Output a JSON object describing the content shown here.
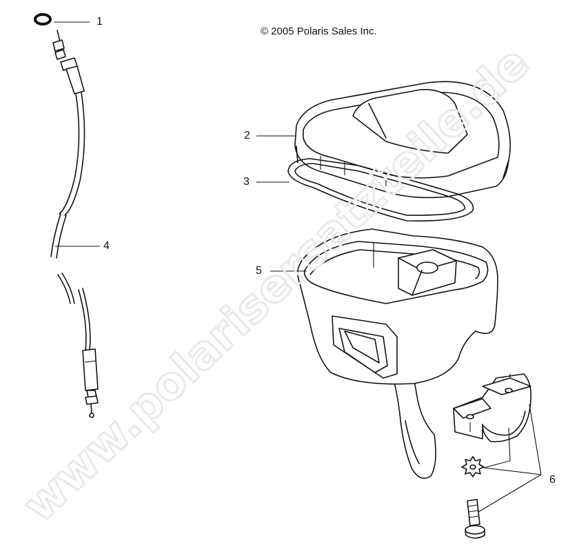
{
  "copyright": "© 2005 Polaris Sales Inc.",
  "watermark": "www.polarisersatzteile.de",
  "callouts": [
    {
      "id": "1",
      "label": "1"
    },
    {
      "id": "2",
      "label": "2"
    },
    {
      "id": "3",
      "label": "3"
    },
    {
      "id": "4",
      "label": "4"
    },
    {
      "id": "5",
      "label": "5"
    },
    {
      "id": "6",
      "label": "6"
    }
  ]
}
